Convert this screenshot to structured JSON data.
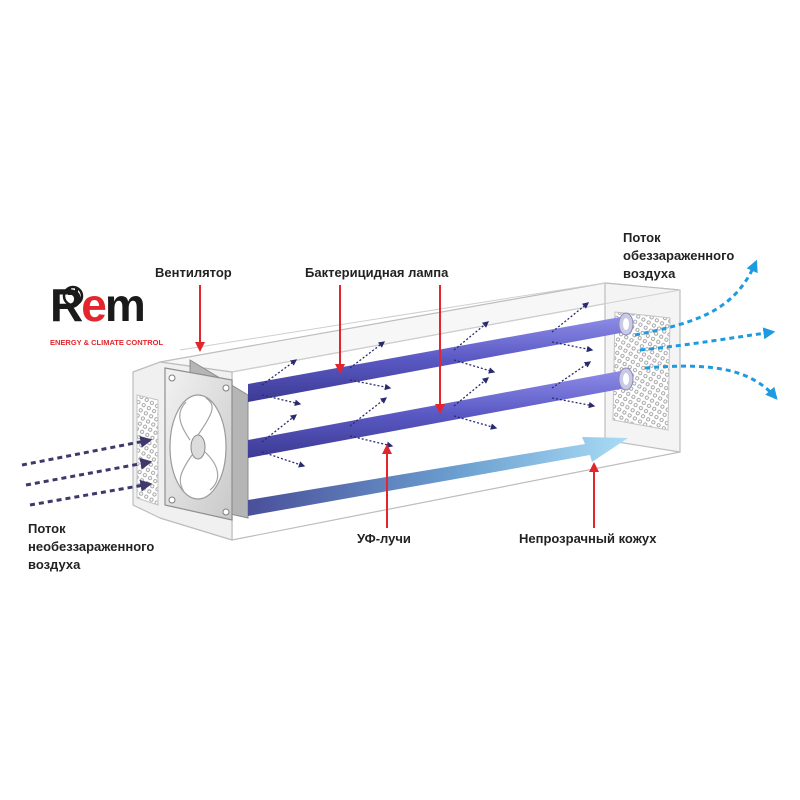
{
  "logo": {
    "brand_r": "R",
    "brand_e": "e",
    "brand_m": "m",
    "tagline": "ENERGY & CLIMATE CONTROL",
    "icon": "plug-icon"
  },
  "labels": {
    "fan": "Вентилятор",
    "lamp": "Бактерицидная лампа",
    "uv": "УФ-лучи",
    "casing": "Непрозрачный кожух",
    "inflow": [
      "Поток",
      "необеззараженного",
      "воздуха"
    ],
    "outflow": [
      "Поток",
      "обеззараженного",
      "воздуха"
    ]
  },
  "colors": {
    "accent_red": "#e3262e",
    "lamp_blue": "#5a59c4",
    "airflow_in": "#3d3a6b",
    "airflow_out": "#1e9be0",
    "uv_arrow": "#2a2a6e"
  }
}
